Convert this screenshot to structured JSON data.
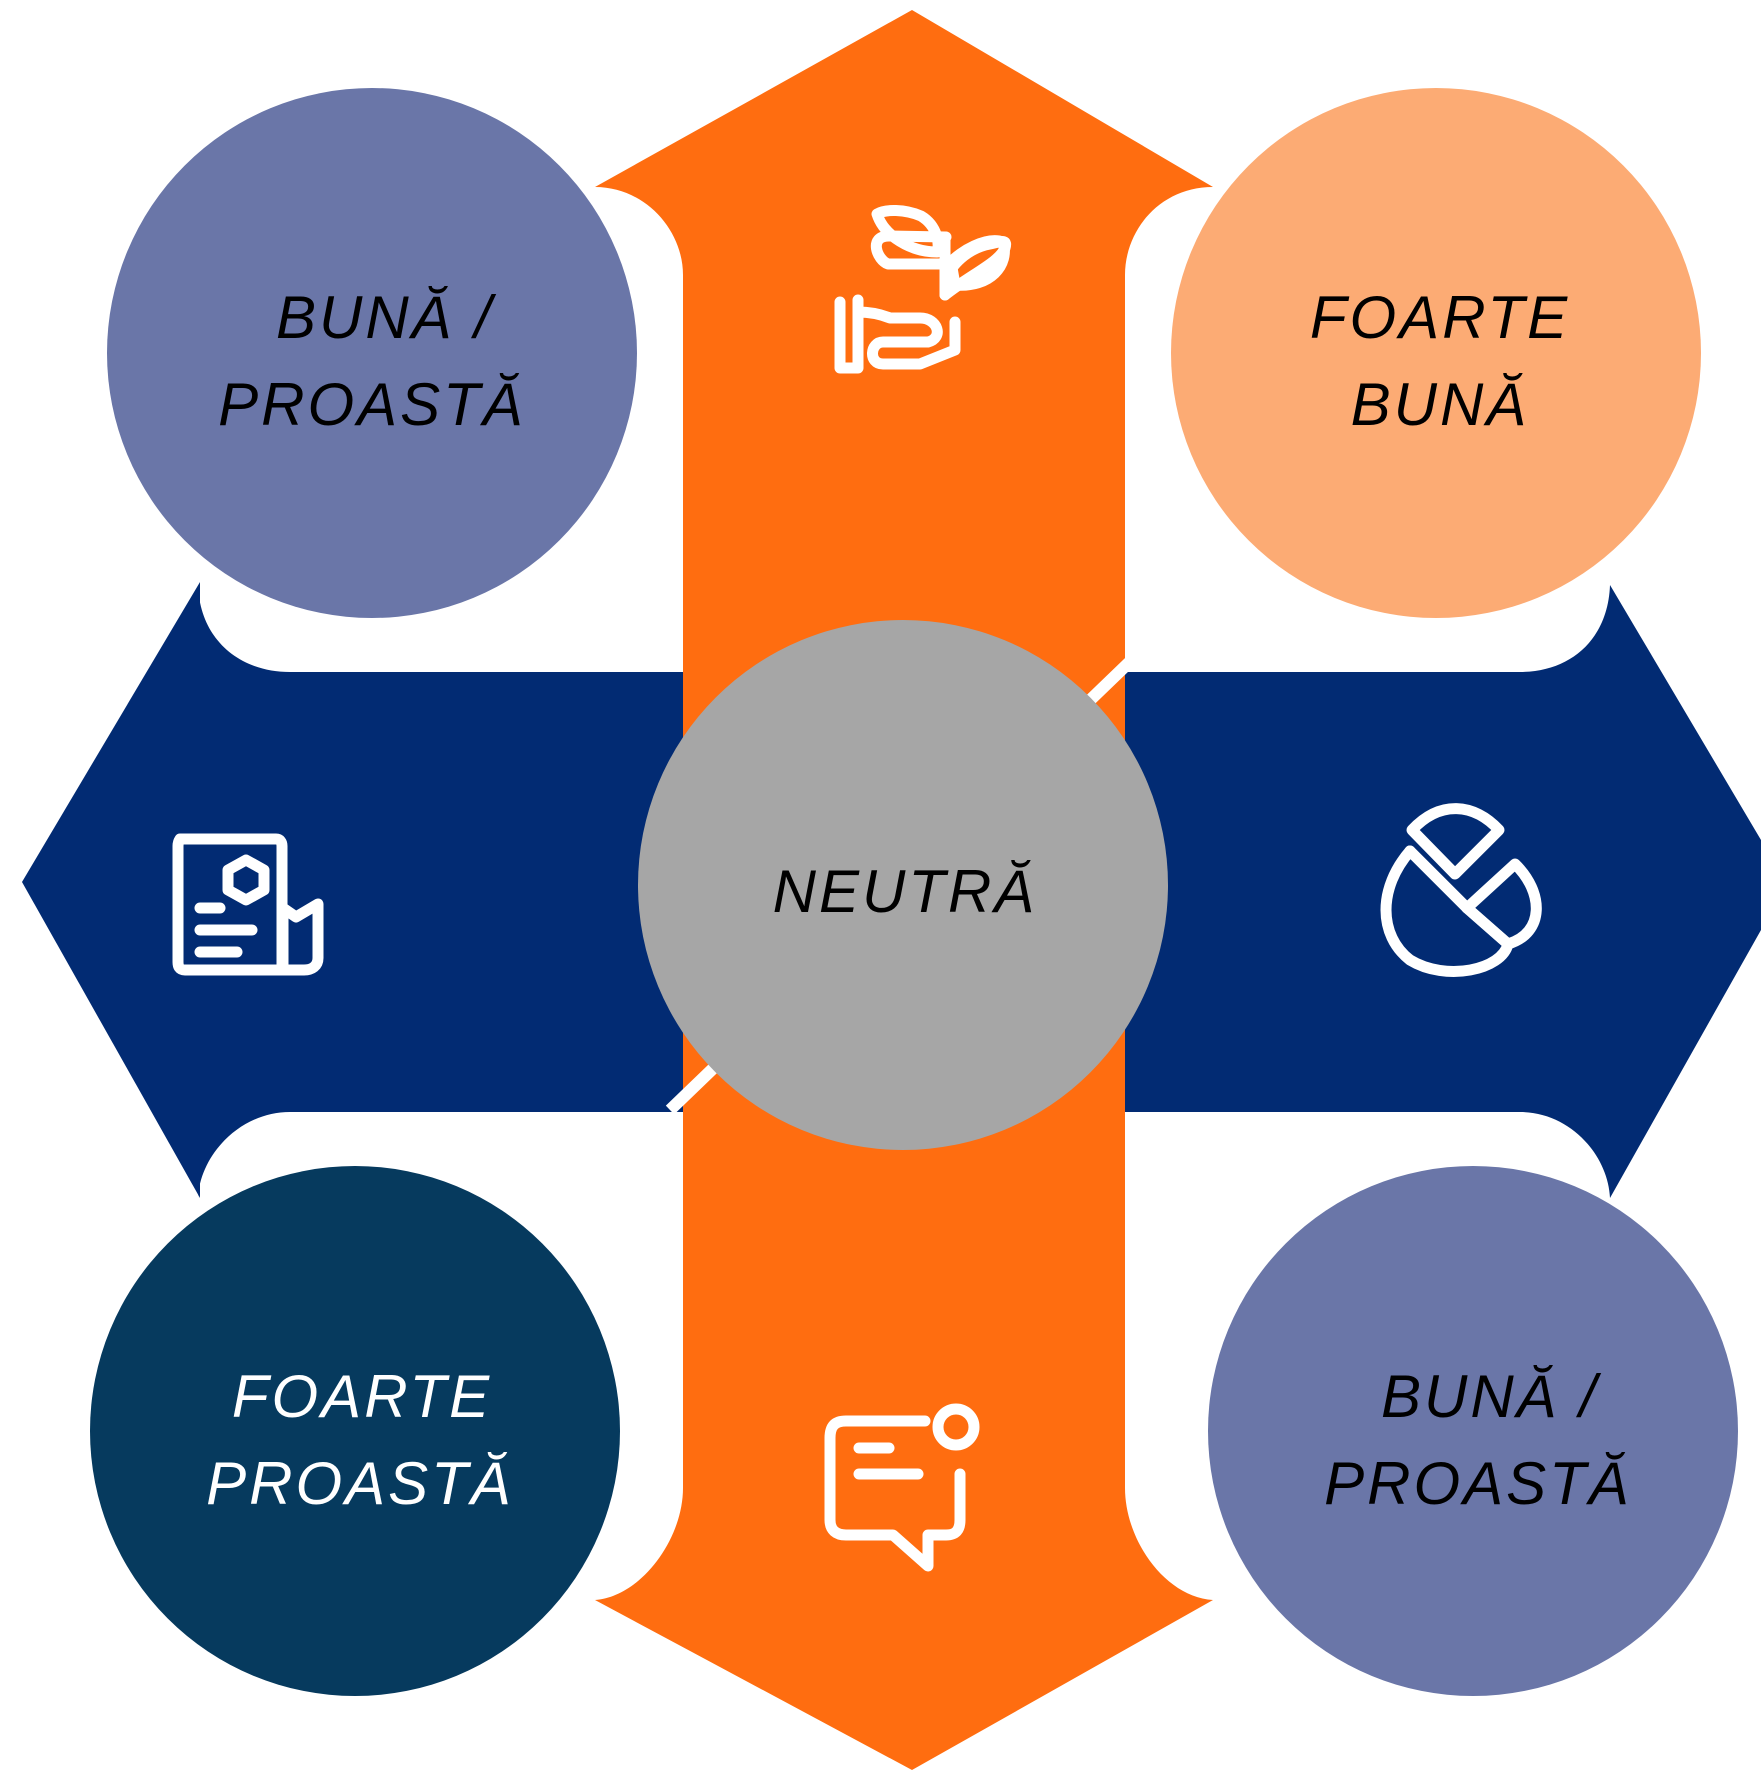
{
  "colors": {
    "background": "#ffffff",
    "vertical_arrow": "#ff6d10",
    "horizontal_arrow": "#022b73",
    "center_circle": "#a6a6a6",
    "circle_top_left": "#6a76a8",
    "circle_top_right": "#fcab74",
    "circle_bottom_left": "#063a5e",
    "circle_bottom_right": "#6a76a8",
    "icon_color": "#ffffff"
  },
  "center": {
    "label": "NEUTRĂ",
    "text_color": "#000000"
  },
  "circles": {
    "top_left": {
      "line1": "BUNĂ /",
      "line2": "PROASTĂ",
      "text_color": "#000000"
    },
    "top_right": {
      "line1": "FOARTE",
      "line2": "BUNĂ",
      "text_color": "#000000"
    },
    "bottom_left": {
      "line1": "FOARTE",
      "line2": "PROASTĂ",
      "text_color": "#ffffff"
    },
    "bottom_right": {
      "line1": "BUNĂ /",
      "line2": "PROASTĂ",
      "text_color": "#000000"
    }
  },
  "icons": {
    "top": "hand-plant-icon",
    "bottom": "chat-notification-icon",
    "left": "document-report-icon",
    "right": "pie-chart-icon"
  }
}
